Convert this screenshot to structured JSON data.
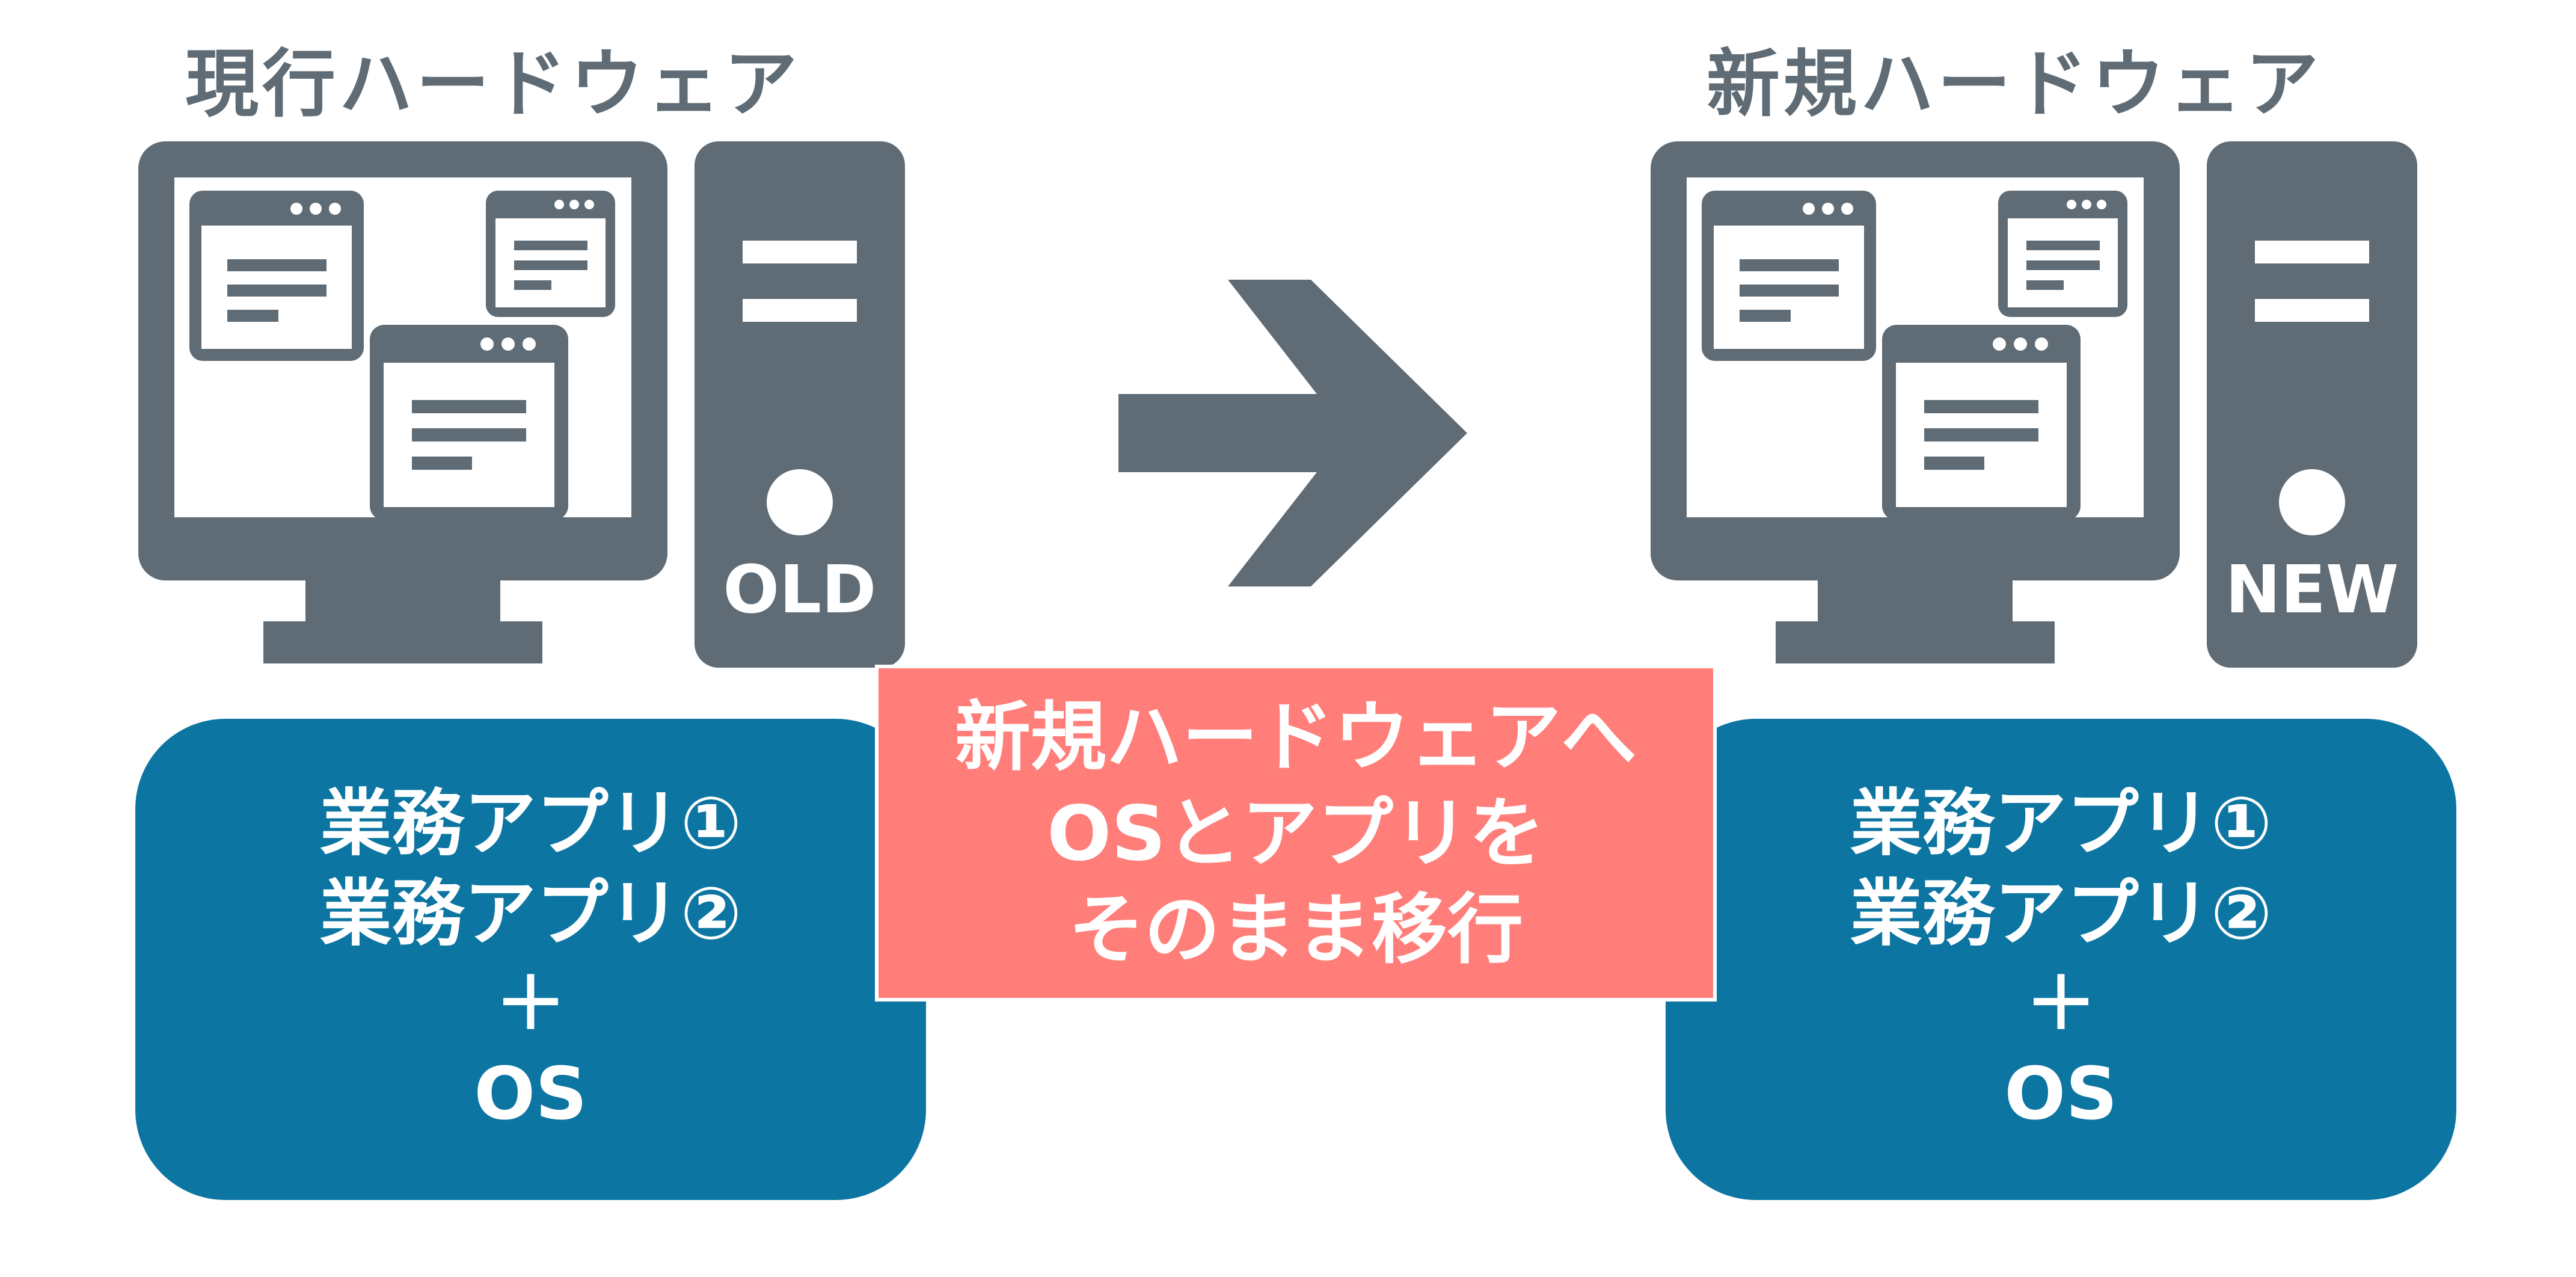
{
  "colors": {
    "hardware": "#5f6c75",
    "app_box": "#0c75a1",
    "banner": "#ff7e7a",
    "screen": "#ffffff"
  },
  "left": {
    "title": "現行ハードウェア",
    "tower_label": "OLD",
    "box_lines": [
      "業務アプリ①",
      "業務アプリ②",
      "＋",
      "OS"
    ]
  },
  "right": {
    "title": "新規ハードウェア",
    "tower_label": "NEW",
    "box_lines": [
      "業務アプリ①",
      "業務アプリ②",
      "＋",
      "OS"
    ]
  },
  "banner": {
    "lines": [
      "新規ハードウェアへ",
      "OSとアプリを",
      "そのまま移行"
    ]
  },
  "icons": {
    "arrow": "arrow-right-icon",
    "monitor": "monitor-icon",
    "tower": "pc-tower-icon",
    "window": "app-window-icon"
  }
}
